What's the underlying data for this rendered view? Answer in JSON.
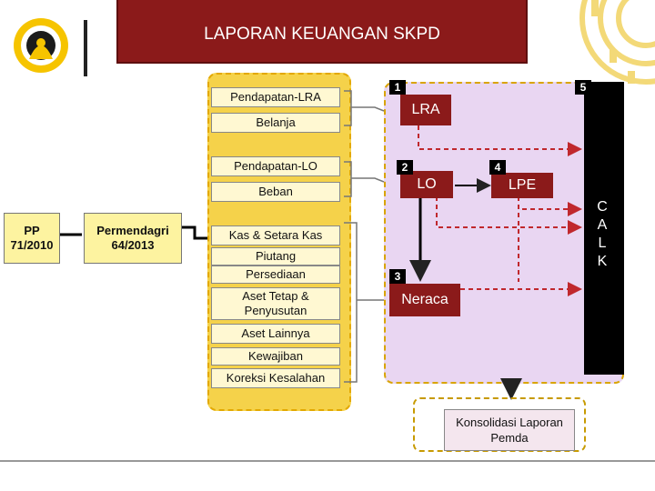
{
  "header": {
    "title": "LAPORAN KEUANGAN SKPD"
  },
  "regulations": {
    "pp": "PP 71/2010",
    "permendagri": "Permendagri 64/2013"
  },
  "items": {
    "pendapatan_lra": "Pendapatan-LRA",
    "belanja": "Belanja",
    "pendapatan_lo": "Pendapatan-LO",
    "beban": "Beban",
    "kas": "Kas & Setara Kas",
    "piutang": "Piutang",
    "persediaan": "Persediaan",
    "aset_tetap": "Aset Tetap & Penyusutan",
    "aset_lainnya": "Aset Lainnya",
    "kewajiban": "Kewajiban",
    "koreksi": "Koreksi Kesalahan"
  },
  "reports": {
    "lra": {
      "num": "1",
      "label": "LRA"
    },
    "lo": {
      "num": "2",
      "label": "LO"
    },
    "neraca": {
      "num": "3",
      "label": "Neraca"
    },
    "lpe": {
      "num": "4",
      "label": "LPE"
    },
    "calk": {
      "num": "5",
      "label": "C\nA\nL\nK"
    }
  },
  "konsolidasi": "Konsolidasi Laporan Pemda",
  "colors": {
    "title_bg": "#8b1a1a",
    "report_box": "#8b1a1a",
    "arrow": "#c0282d",
    "yellow_panel": "#f5d24a",
    "purple_panel": "#e9d6f2"
  }
}
